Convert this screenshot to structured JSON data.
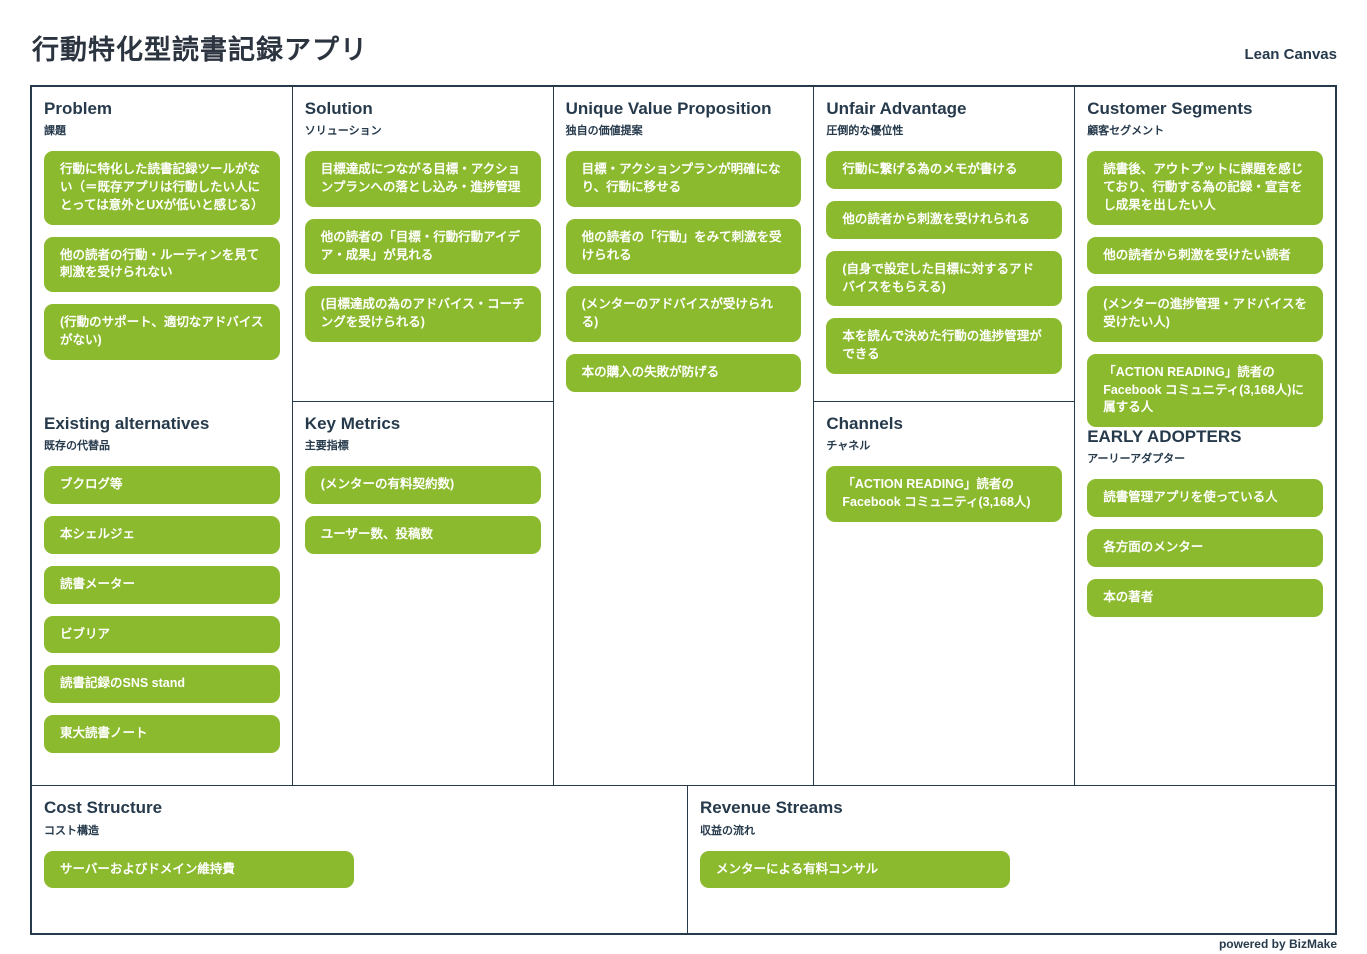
{
  "title": "行動特化型読書記録アプリ",
  "canvas_type_label": "Lean Canvas",
  "footer": "powered by BizMake",
  "colors": {
    "green": "#8cba2e",
    "navy": "#263a4c",
    "card-text": "#ffffff"
  },
  "sections": {
    "problem": {
      "title": "Problem",
      "subtitle": "課題",
      "cards": [
        "行動に特化した読書記録ツールがない（＝既存アプリは行動したい人にとっては意外とUXが低いと感じる）",
        "他の読者の行動・ルーティンを見て刺激を受けられない",
        "(行動のサポート、適切なアドバイスがない)"
      ]
    },
    "existing_alternatives": {
      "title": "Existing alternatives",
      "subtitle": "既存の代替品",
      "cards": [
        "ブクログ等",
        "本シェルジェ",
        "読書メーター",
        "ビブリア",
        "読書記録のSNS stand",
        "東大読書ノート"
      ]
    },
    "solution": {
      "title": "Solution",
      "subtitle": "ソリューション",
      "cards": [
        "目標達成につながる目標・アクションプランへの落とし込み・進捗管理",
        "他の読者の「目標・行動行動アイデア・成果」が見れる",
        "(目標達成の為のアドバイス・コーチングを受けられる)"
      ]
    },
    "key_metrics": {
      "title": "Key Metrics",
      "subtitle": "主要指標",
      "cards": [
        "(メンターの有料契約数)",
        "ユーザー数、投稿数"
      ]
    },
    "unique_value_proposition": {
      "title": "Unique Value Proposition",
      "subtitle": "独自の価値提案",
      "cards": [
        "目標・アクションプランが明確になり、行動に移せる",
        "他の読者の「行動」をみて刺激を受けられる",
        "(メンターのアドバイスが受けられる)",
        "本の購入の失敗が防げる"
      ]
    },
    "unfair_advantage": {
      "title": "Unfair Advantage",
      "subtitle": "圧倒的な優位性",
      "cards": [
        "行動に繋げる為のメモが書ける",
        "他の読者から刺激を受けれられる",
        "(自身で設定した目標に対するアドバイスをもらえる)",
        "本を読んで決めた行動の進捗管理ができる"
      ]
    },
    "channels": {
      "title": "Channels",
      "subtitle": "チャネル",
      "cards": [
        "「ACTION READING」読者の Facebook コミュニティ(3,168人)"
      ]
    },
    "customer_segments": {
      "title": "Customer Segments",
      "subtitle": "顧客セグメント",
      "cards": [
        "読書後、アウトプットに課題を感じており、行動する為の記録・宣言をし成果を出したい人",
        "他の読者から刺激を受けたい読者",
        "(メンターの進捗管理・アドバイスを受けたい人)",
        "「ACTION READING」読者の Facebook コミュニティ(3,168人)に属する人"
      ]
    },
    "early_adopters": {
      "title": "EARLY ADOPTERS",
      "subtitle": "アーリーアダプター",
      "cards": [
        "読書管理アプリを使っている人",
        "各方面のメンター",
        "本の著者"
      ]
    },
    "cost_structure": {
      "title": "Cost Structure",
      "subtitle": "コスト構造",
      "cards": [
        "サーバーおよびドメイン維持費"
      ]
    },
    "revenue_streams": {
      "title": "Revenue Streams",
      "subtitle": "収益の流れ",
      "cards": [
        "メンターによる有料コンサル"
      ]
    }
  }
}
